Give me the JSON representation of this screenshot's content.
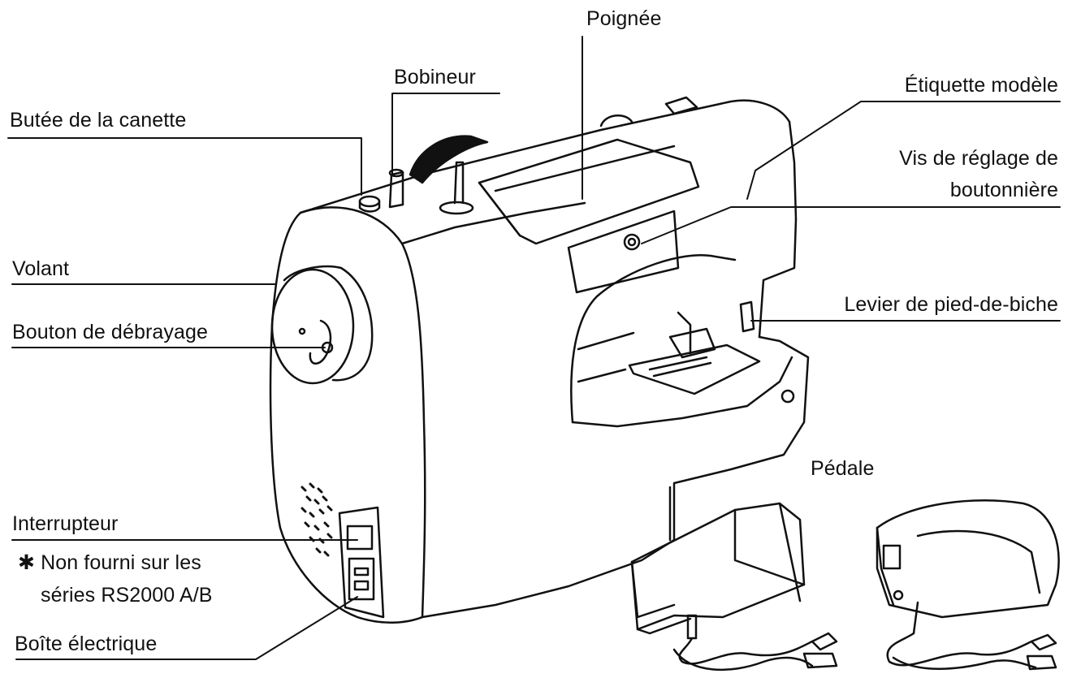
{
  "labels": {
    "poignee": "Poignée",
    "bobineur": "Bobineur",
    "butee": "Butée de la canette",
    "etiquette": "Étiquette modèle",
    "vis_line1": "Vis de réglage de",
    "vis_line2": "boutonnière",
    "volant": "Volant",
    "bouton": "Bouton de débrayage",
    "levier": "Levier de pied-de-biche",
    "pedale": "Pédale",
    "interrupteur": "Interrupteur",
    "note_line1": "✱ Non fourni sur les",
    "note_line2": "séries RS2000 A/B",
    "boite": "Boîte électrique"
  }
}
